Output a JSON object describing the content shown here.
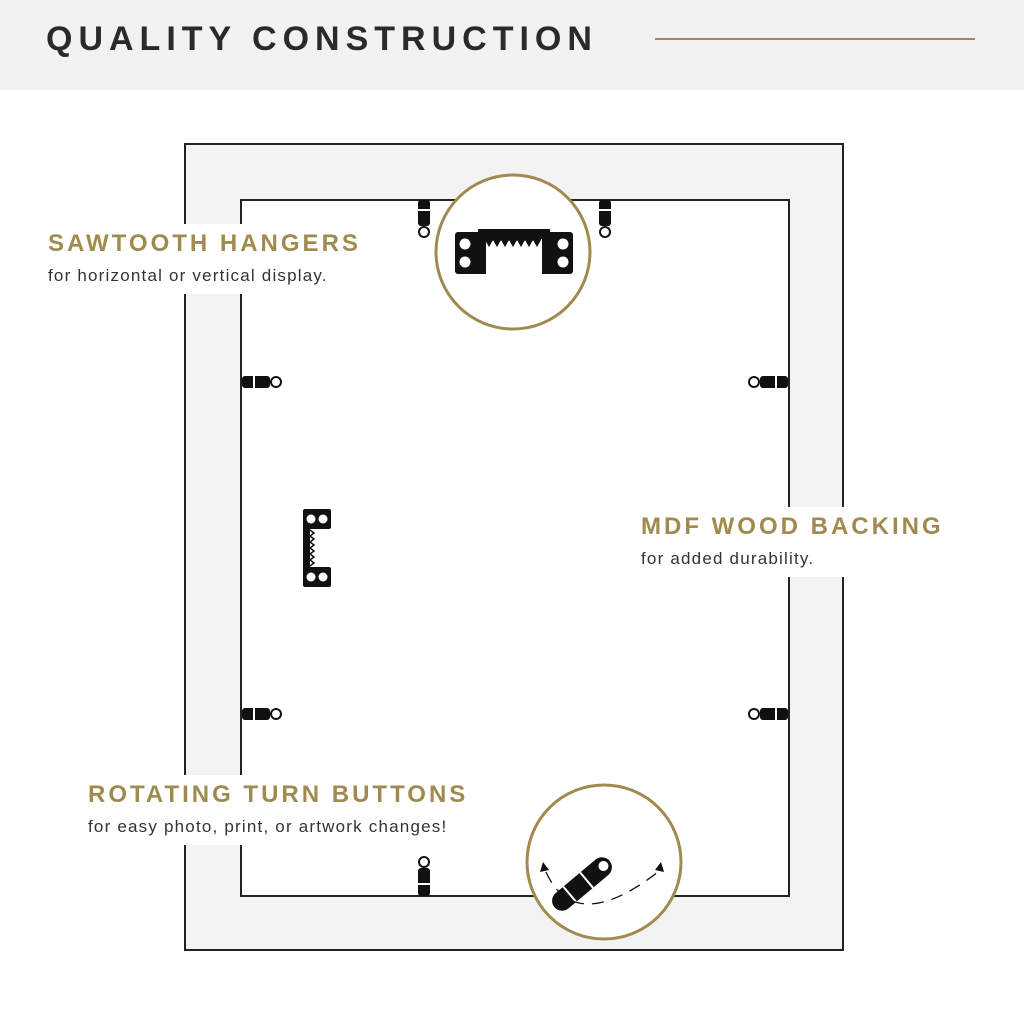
{
  "header": {
    "title": "QUALITY CONSTRUCTION",
    "accent_color": "#a08a4e"
  },
  "callouts": {
    "sawtooth": {
      "title": "SAWTOOTH HANGERS",
      "subtitle": "for horizontal or vertical display."
    },
    "backing": {
      "title": "MDF WOOD BACKING",
      "subtitle": "for added durability."
    },
    "turn_buttons": {
      "title": "ROTATING TURN BUTTONS",
      "subtitle": "for easy photo, print, or artwork changes!"
    }
  },
  "icons": [
    "sawtooth-hanger-icon",
    "turn-button-icon",
    "rotate-arrow-icon"
  ]
}
